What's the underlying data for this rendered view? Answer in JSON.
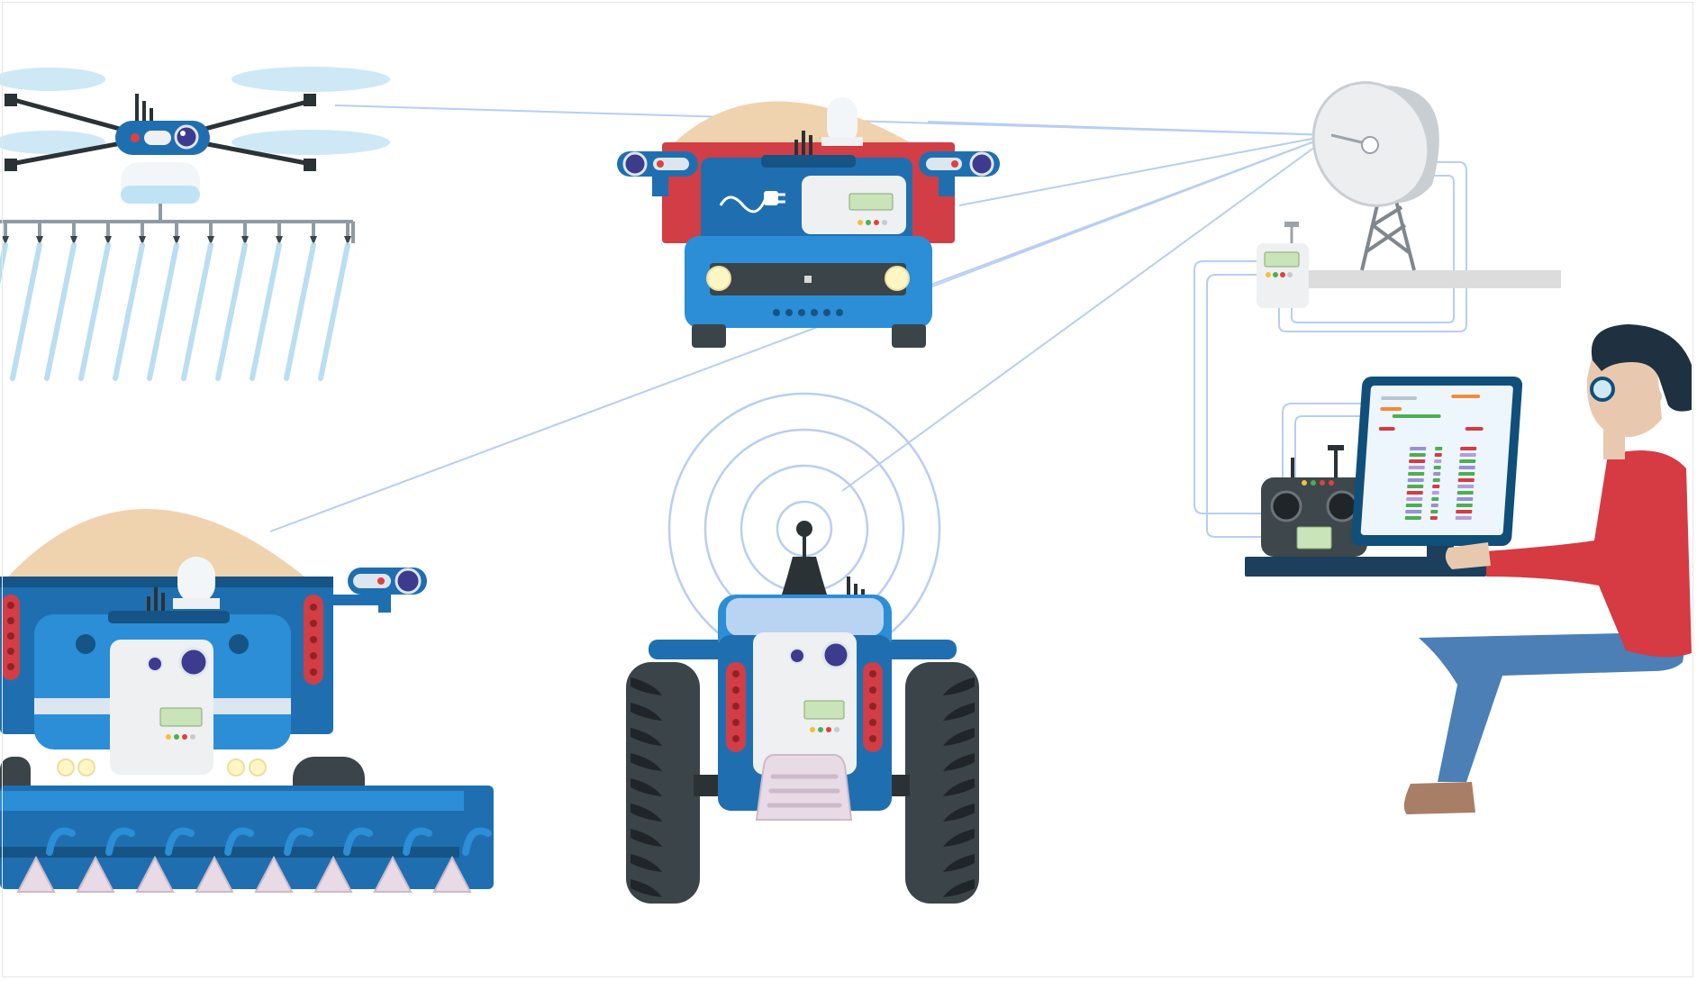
{
  "colors": {
    "background": "#ffffff",
    "link_line": "#b8cef2",
    "vehicle_blue": "#1f6fb0",
    "vehicle_blue_light": "#2b8ed6",
    "vehicle_blue_dark": "#155485",
    "tank_red": "#d13e45",
    "cargo_sand": "#efd2ae",
    "panel_white": "#eef0f1",
    "tire_dark": "#3b4448",
    "rotor_light": "#cfe8f5",
    "spray_light": "#a9d6ef",
    "shirt_red": "#d63a43",
    "pants_blue": "#4b7fb5",
    "skin": "#e8c9b0",
    "hair": "#1f3140",
    "screen_blue": "#0f4f7a",
    "led_red": "#e0413b",
    "led_yellow": "#f1c232",
    "led_green": "#4caf50"
  },
  "diagram": {
    "nodes": [
      {
        "id": "spraying-drone",
        "icon": "drone-icon"
      },
      {
        "id": "tanker-truck",
        "icon": "truck-icon"
      },
      {
        "id": "combine-harvester",
        "icon": "harvester-icon"
      },
      {
        "id": "remote-tractor",
        "icon": "tractor-icon"
      },
      {
        "id": "satellite-dish-tower",
        "icon": "satellite-dish-icon"
      },
      {
        "id": "gateway-device",
        "icon": "gateway-icon"
      },
      {
        "id": "remote-controller",
        "icon": "remote-controller-icon"
      },
      {
        "id": "operator-monitor",
        "icon": "monitor-icon"
      },
      {
        "id": "operator",
        "icon": "person-icon"
      }
    ],
    "edges": [
      {
        "from": "spraying-drone",
        "to": "satellite-dish-tower"
      },
      {
        "from": "tanker-truck",
        "to": "satellite-dish-tower"
      },
      {
        "from": "combine-harvester",
        "to": "satellite-dish-tower"
      },
      {
        "from": "remote-tractor",
        "to": "satellite-dish-tower"
      },
      {
        "from": "satellite-dish-tower",
        "to": "gateway-device"
      },
      {
        "from": "gateway-device",
        "to": "remote-controller"
      },
      {
        "from": "gateway-device",
        "to": "operator-monitor"
      }
    ]
  }
}
